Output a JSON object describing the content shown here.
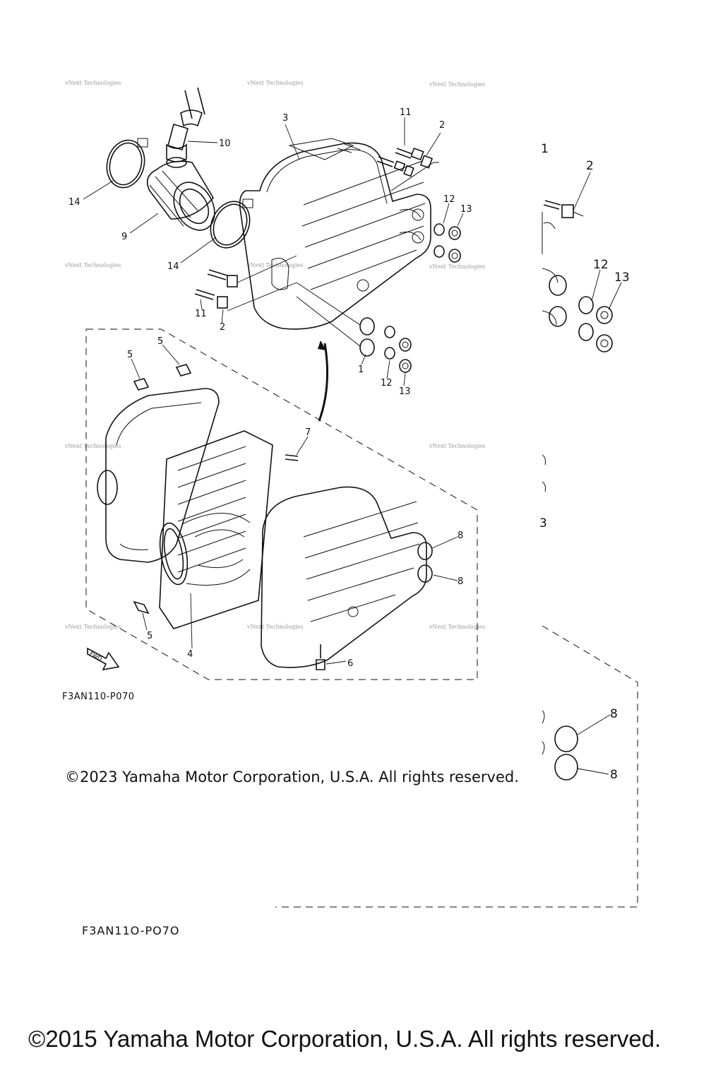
{
  "callouts": {
    "c1": "1",
    "c2": "2",
    "c3": "3",
    "c4": "4",
    "c5": "5",
    "c6": "6",
    "c7": "7",
    "c8": "8",
    "c9": "9",
    "c10": "10",
    "c11": "11",
    "c12": "12",
    "c13": "13",
    "c14": "14",
    "c_fragment3": "3"
  },
  "fwd_label": "FWD",
  "watermark": "vNext Technologies",
  "diagram_code": "F3AN110-P070",
  "diagram_code_enlarged": "F3AN11O-PO7O",
  "copyright_2023": "©2023 Yamaha Motor Corporation, U.S.A. All rights reserved.",
  "copyright_2015": "©2015 Yamaha Motor Corporation, U.S.A. All rights reserved."
}
